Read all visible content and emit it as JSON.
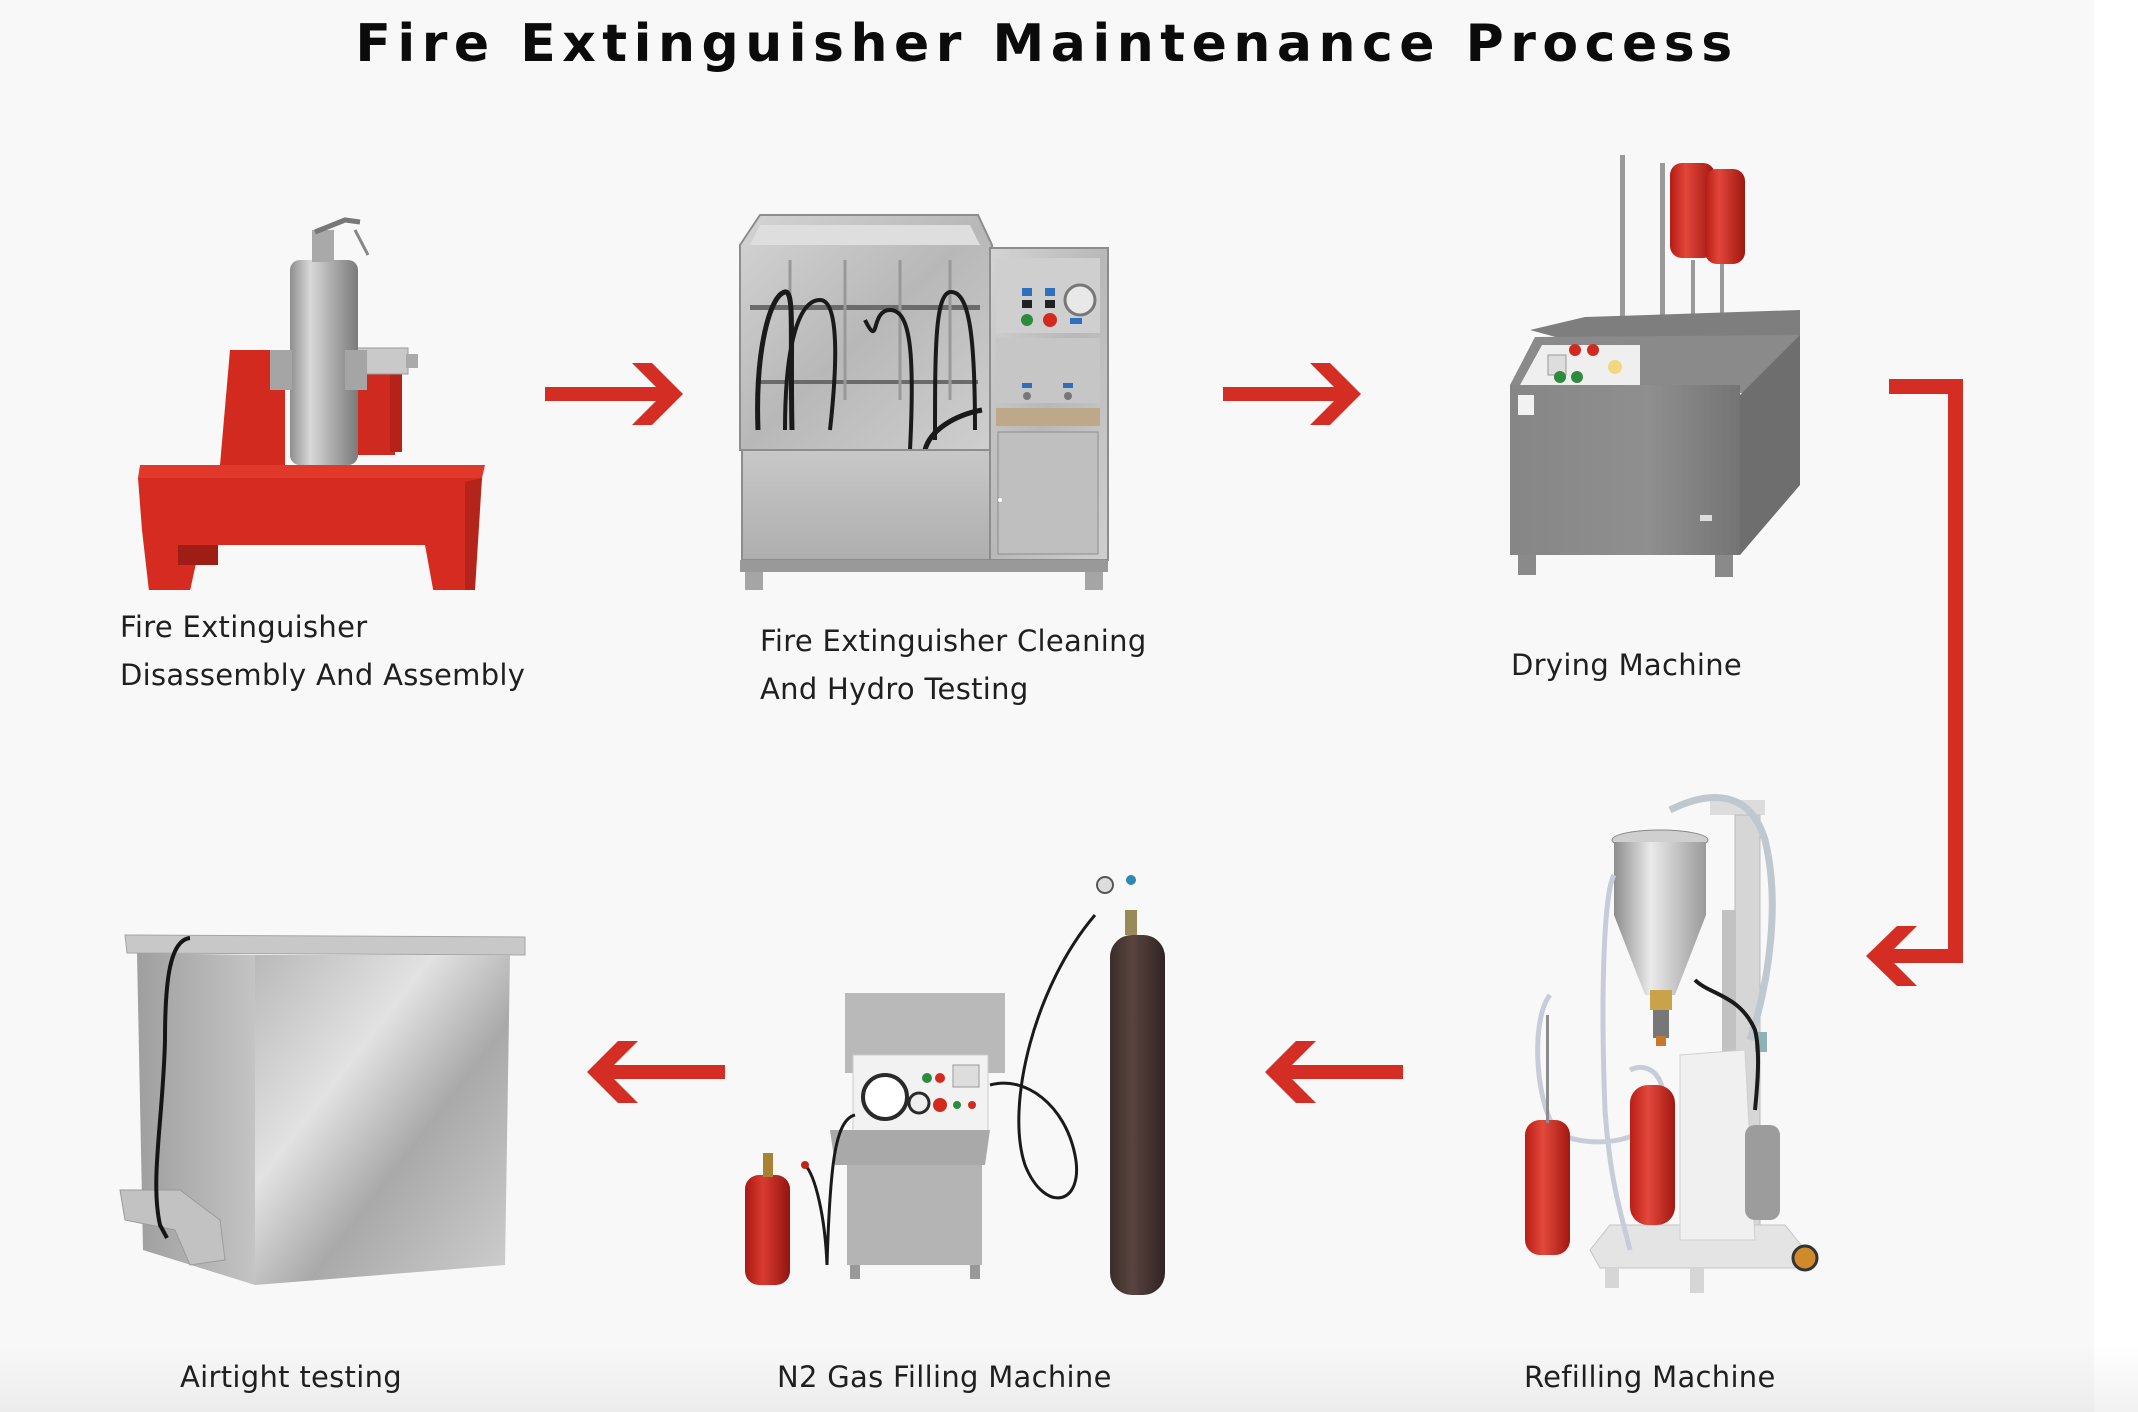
{
  "page": {
    "title": "Fire Extinguisher Maintenance Process",
    "accent_color": "#d42e24"
  },
  "steps": [
    {
      "order": 1,
      "label_lines": [
        "Fire Extinguisher",
        "Disassembly And Assembly"
      ],
      "image": "disassembly-assembly-machine"
    },
    {
      "order": 2,
      "label_lines": [
        "Fire Extinguisher Cleaning",
        "And Hydro Testing"
      ],
      "image": "cleaning-hydro-testing-machine"
    },
    {
      "order": 3,
      "label_lines": [
        "Drying Machine"
      ],
      "image": "drying-machine"
    },
    {
      "order": 4,
      "label_lines": [
        "Refilling Machine"
      ],
      "image": "refilling-machine"
    },
    {
      "order": 5,
      "label_lines": [
        "N2 Gas Filling Machine"
      ],
      "image": "n2-gas-filling-machine"
    },
    {
      "order": 6,
      "label_lines": [
        "Airtight testing"
      ],
      "image": "airtight-testing-tank"
    }
  ],
  "connectors": [
    {
      "from": 1,
      "to": 2,
      "direction": "right",
      "icon": "arrow-right-icon"
    },
    {
      "from": 2,
      "to": 3,
      "direction": "right",
      "icon": "arrow-right-icon"
    },
    {
      "from": 3,
      "to": 4,
      "direction": "down-then-left",
      "icon": "elbow-arrow-icon"
    },
    {
      "from": 4,
      "to": 5,
      "direction": "left",
      "icon": "arrow-left-icon"
    },
    {
      "from": 5,
      "to": 6,
      "direction": "left",
      "icon": "arrow-left-icon"
    }
  ]
}
